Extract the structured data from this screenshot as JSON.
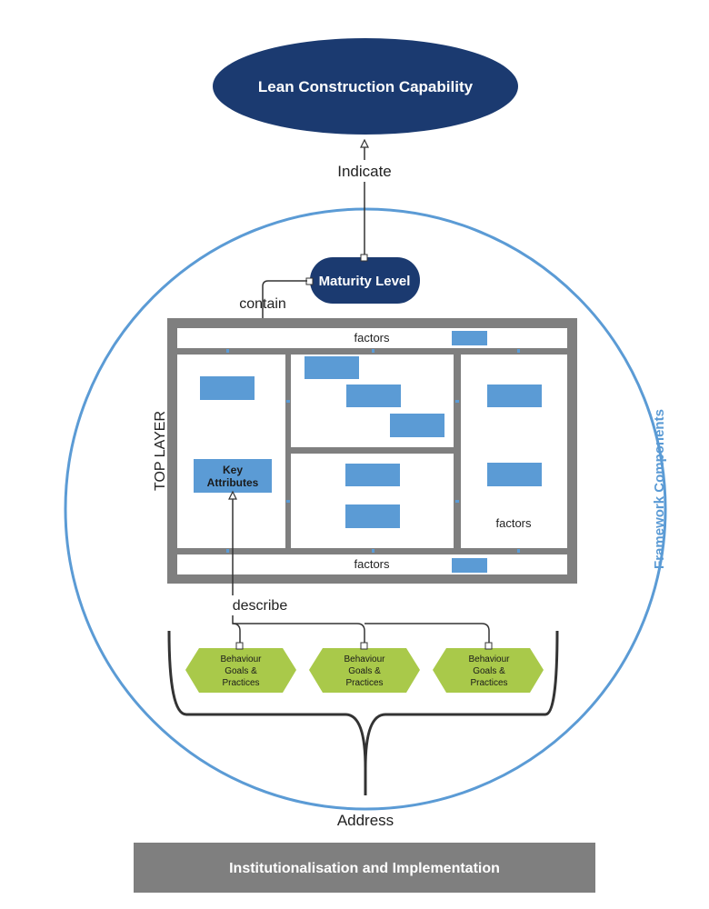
{
  "nodes": {
    "capability": "Lean Construction Capability",
    "maturity": "Maturity Level",
    "key_attributes_line1": "Key",
    "key_attributes_line2": "Attributes",
    "institutionalisation": "Institutionalisation and Implementation",
    "behaviour": [
      {
        "line1": "Behaviour",
        "line2": "Goals &",
        "line3": "Practices"
      },
      {
        "line1": "Behaviour",
        "line2": "Goals &",
        "line3": "Practices"
      },
      {
        "line1": "Behaviour",
        "line2": "Goals &",
        "line3": "Practices"
      }
    ]
  },
  "labels": {
    "indicate": "Indicate",
    "contain": "contain",
    "describe": "describe",
    "address": "Address",
    "top_layer": "TOP LAYER",
    "framework_components": "Framework Components",
    "factors_top": "factors",
    "factors_right": "factors",
    "factors_bottom": "factors"
  },
  "colors": {
    "navy": "#1b3a70",
    "circle": "#5b9bd5",
    "block": "#5b9bd5",
    "frame": "#7f7f7f",
    "green": "#a9c94a",
    "bar": "#7f7f7f"
  }
}
